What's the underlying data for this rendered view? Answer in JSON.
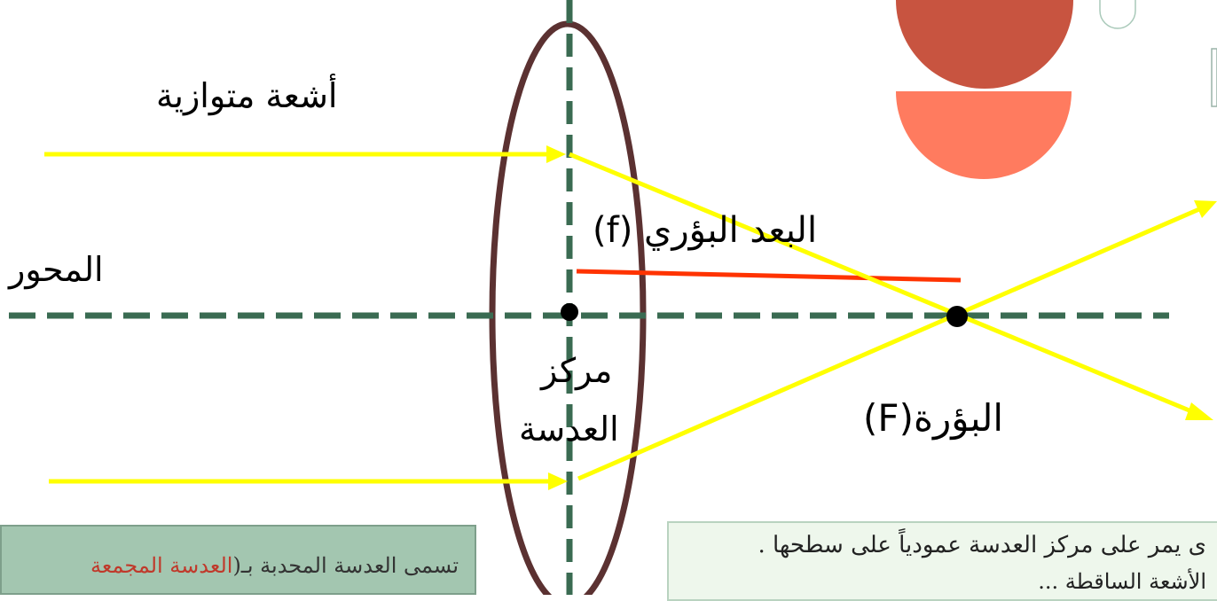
{
  "labels": {
    "parallel_rays": "أشعة متوازية",
    "axis": "المحور",
    "focal_length": "البعد البؤري (f)",
    "lens_center": "مركز",
    "lens_center_2": "العدسة",
    "focus": "البؤرة(F)"
  },
  "notes": {
    "left_prefix": "تسمى العدسة المحدبة بـ(",
    "left_highlight": "العدسة المجمعة",
    "right_line1": "ى يمر على مركز العدسة عمودياً على سطحها .",
    "right_line2": "الأشعة الساقطة ..."
  },
  "colors": {
    "ray": "#ffff00",
    "focal_line": "#ff3300",
    "axis": "#3a6b52",
    "lens_outline": "#5b3131",
    "deco_top": "#c85440",
    "deco_bottom": "#ff7b5f",
    "note_left_bg": "#a3c6b0",
    "note_right_bg": "#eef7ec",
    "highlight_text": "#c0392b"
  }
}
